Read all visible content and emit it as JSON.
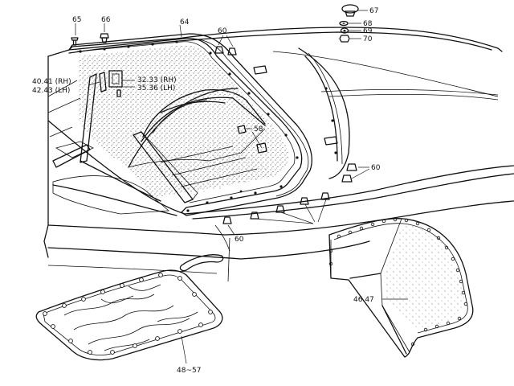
{
  "diagram": {
    "callouts": {
      "c65": "65",
      "c66": "66",
      "c64": "64",
      "c60a": "60",
      "c67": "67",
      "c68": "68",
      "c69": "69",
      "c70": "70",
      "c4041": "40.41 (RH)",
      "c4243": "42.43 (LH)",
      "c3233": "32.33 (RH)",
      "c3536": "35.36 (LH)",
      "c58": "58",
      "c60b": "60",
      "c60c": "60",
      "c4647": "46.47",
      "c4857": "48~57"
    },
    "colors": {
      "ink": "#111111",
      "paper": "#ffffff"
    }
  }
}
